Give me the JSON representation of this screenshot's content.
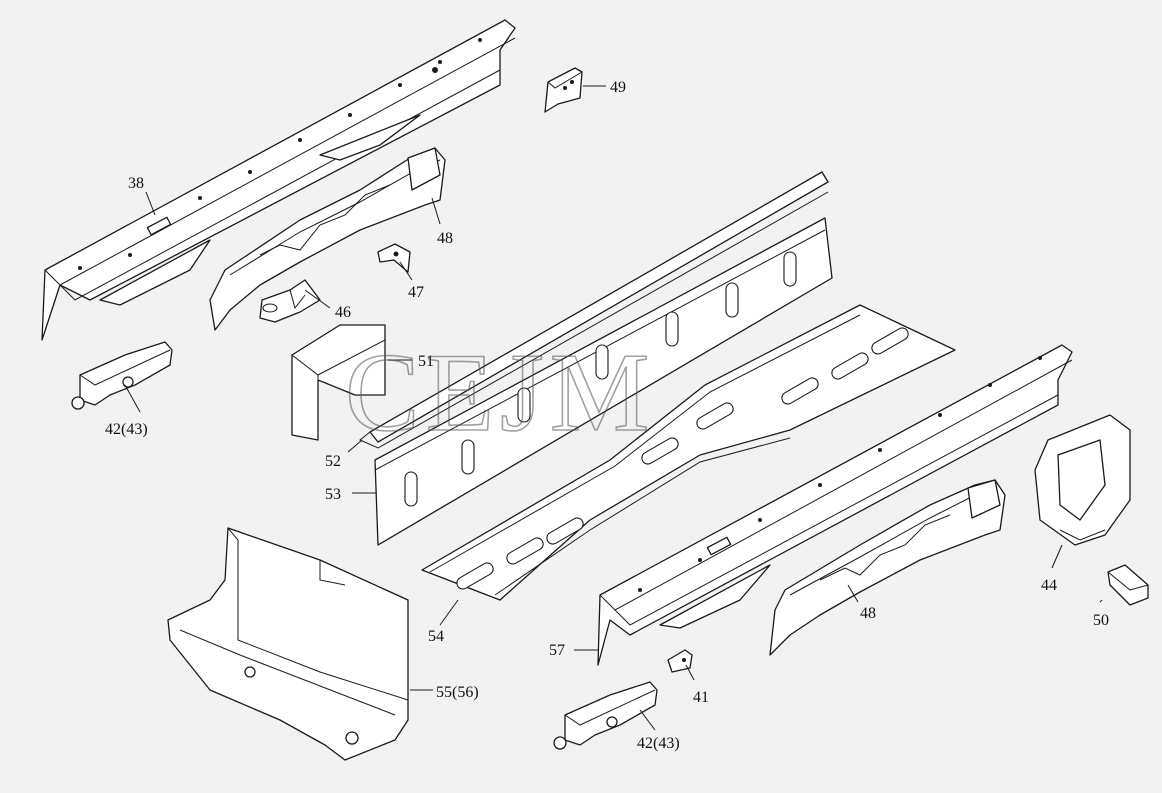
{
  "watermark": "CEJM",
  "callouts": {
    "p38": "38",
    "p49": "49",
    "p48a": "48",
    "p47": "47",
    "p46": "46",
    "p51": "51",
    "p42a": "42(43)",
    "p52": "52",
    "p53": "53",
    "p54": "54",
    "p57": "57",
    "p48b": "48",
    "p44": "44",
    "p50": "50",
    "p41": "41",
    "p55": "55(56)",
    "p42b": "42(43)"
  },
  "colors": {
    "background": "#f2f2f2",
    "line": "#1a1a1a",
    "fill": "#ffffff"
  }
}
